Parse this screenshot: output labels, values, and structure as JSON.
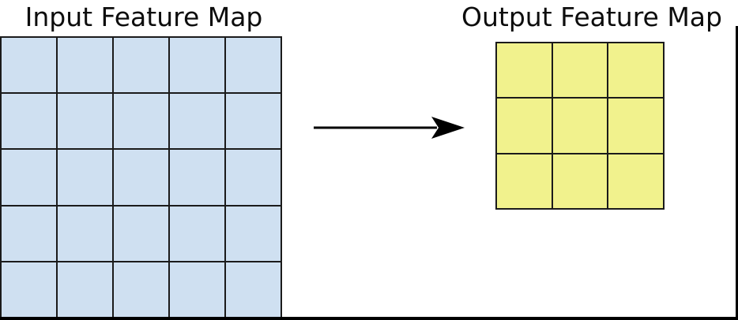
{
  "diagram": {
    "input_map": {
      "title": "Input Feature Map",
      "rows": 5,
      "cols": 5,
      "cell_color": "#cfe0f1",
      "line_color": "#1b1b1b"
    },
    "output_map": {
      "title": "Output Feature Map",
      "rows": 3,
      "cols": 3,
      "cell_color": "#f1f28d",
      "line_color": "#1b1b1b"
    },
    "arrow": {
      "direction": "right",
      "color": "#000000"
    },
    "frame": {
      "color": "#000000"
    }
  }
}
